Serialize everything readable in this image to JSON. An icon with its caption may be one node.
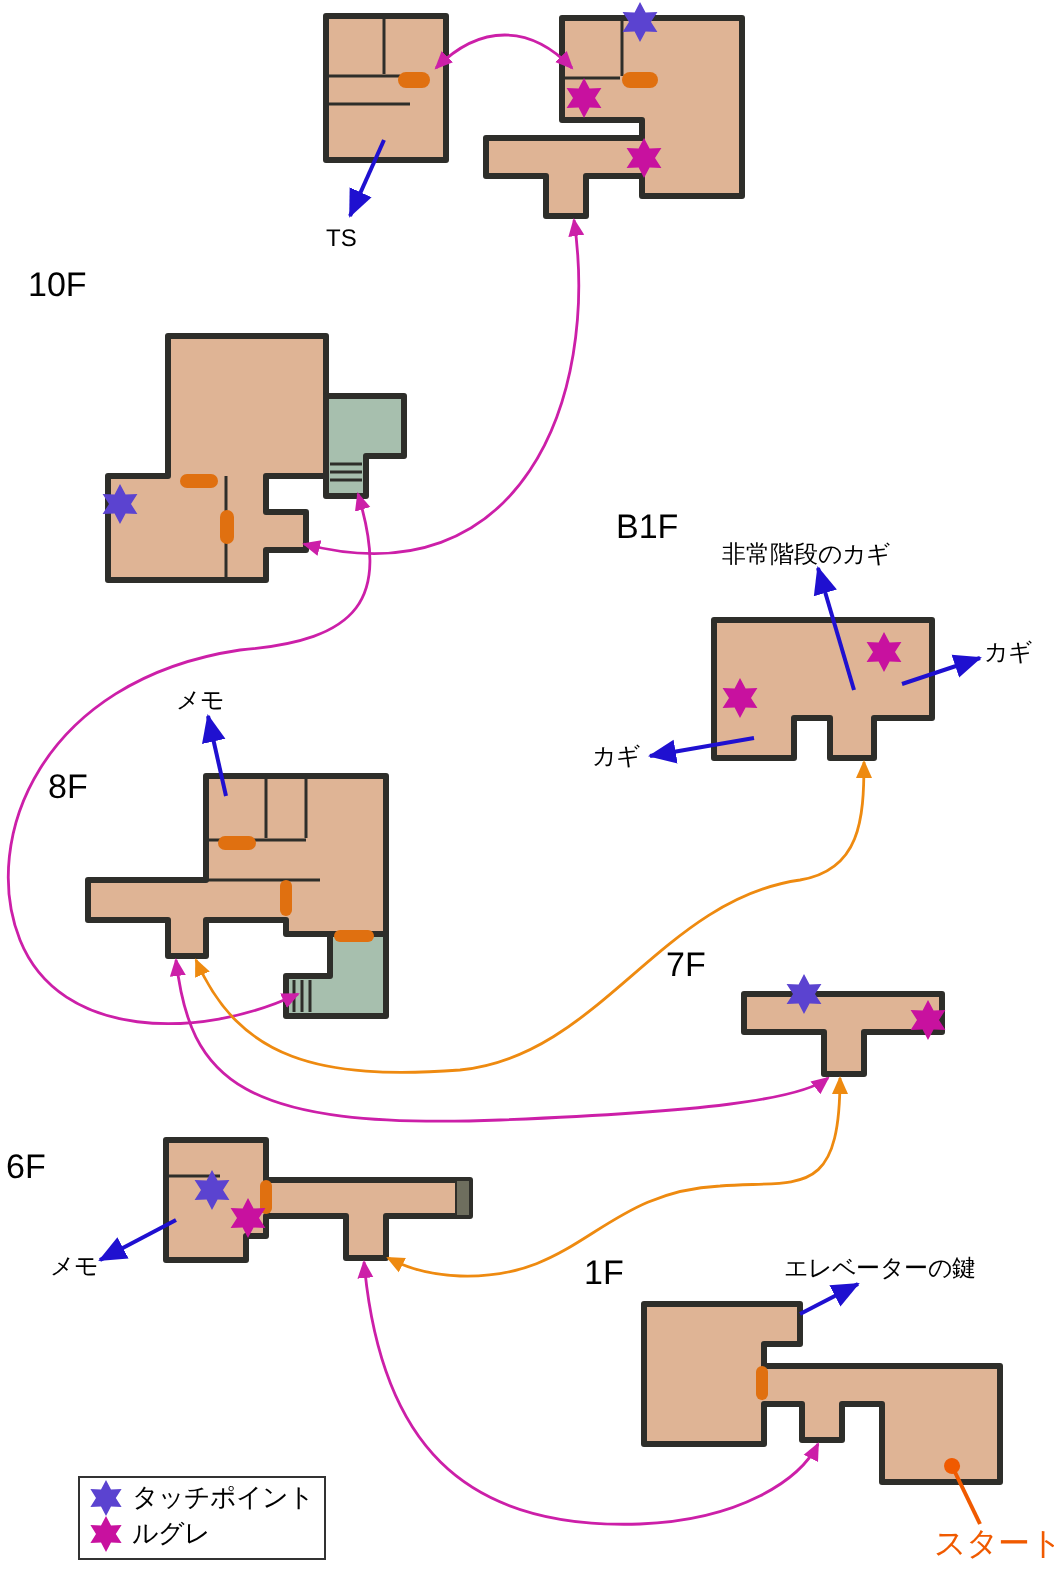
{
  "diagram": {
    "nodes": [
      {
        "text": [],
        "shape": "box"
      },
      {
        "text": [],
        "shape": "box"
      },
      {
        "text": [
          "TS"
        ]
      },
      {
        "text": [],
        "shape": "box",
        "beside": [
          "10F"
        ]
      },
      {
        "text": [],
        "shape": "box"
      },
      {
        "text": [
          "非常階段のカギ"
        ]
      },
      {
        "text": [
          "カギ"
        ]
      },
      {
        "text": [
          "カギ"
        ]
      },
      {
        "text": [],
        "shape": "box",
        "beside": [
          "8F"
        ]
      },
      {
        "text": [
          "メモ"
        ]
      },
      {
        "text": [],
        "shape": "box",
        "beside": [
          "7F"
        ]
      },
      {
        "text": [],
        "shape": "box",
        "beside": [
          "6F"
        ]
      },
      {
        "text": [
          "メモ"
        ]
      },
      {
        "text": [],
        "shape": "box",
        "beside": [
          "1F"
        ]
      },
      {
        "text": [
          "エレベーターの鍵"
        ]
      },
      {
        "text": [
          "スタート"
        ]
      }
    ],
    "edges": [
      {
        "from": 0,
        "to": 1,
        "arrow": "both",
        "color": "#cc1fa8"
      },
      {
        "from": 3,
        "to": 1,
        "arrow": "both",
        "color": "#cc1fa8"
      },
      {
        "from": 3,
        "to": 8,
        "arrow": "both",
        "color": "#cc1fa8"
      },
      {
        "from": 8,
        "to": 10,
        "arrow": "both",
        "color": "#cc1fa8"
      },
      {
        "from": 8,
        "to": 4,
        "arrow": "both",
        "color": "#ee8a10"
      },
      {
        "from": 10,
        "to": 11,
        "arrow": "both",
        "color": "#ee8a10"
      },
      {
        "from": 11,
        "to": 13,
        "arrow": "both",
        "color": "#cc1fa8"
      },
      {
        "from": 0,
        "to": 2,
        "arrow": "to",
        "color": "#1f10d0"
      },
      {
        "from": 4,
        "to": 5,
        "arrow": "to",
        "color": "#1f10d0"
      },
      {
        "from": 4,
        "to": 6,
        "arrow": "to",
        "color": "#1f10d0"
      },
      {
        "from": 4,
        "to": 7,
        "arrow": "to",
        "color": "#1f10d0"
      },
      {
        "from": 8,
        "to": 9,
        "arrow": "to",
        "color": "#1f10d0"
      },
      {
        "from": 11,
        "to": 12,
        "arrow": "to",
        "color": "#1f10d0"
      },
      {
        "from": 13,
        "to": 14,
        "arrow": "to",
        "color": "#1f10d0"
      },
      {
        "from": 13,
        "to": 15,
        "arrow": "other",
        "color": "#f05a00"
      }
    ],
    "labels": [
      "B1F"
    ],
    "legend": [
      {
        "text": "タッチポイント"
      },
      {
        "text": "ルグレ"
      }
    ]
  }
}
